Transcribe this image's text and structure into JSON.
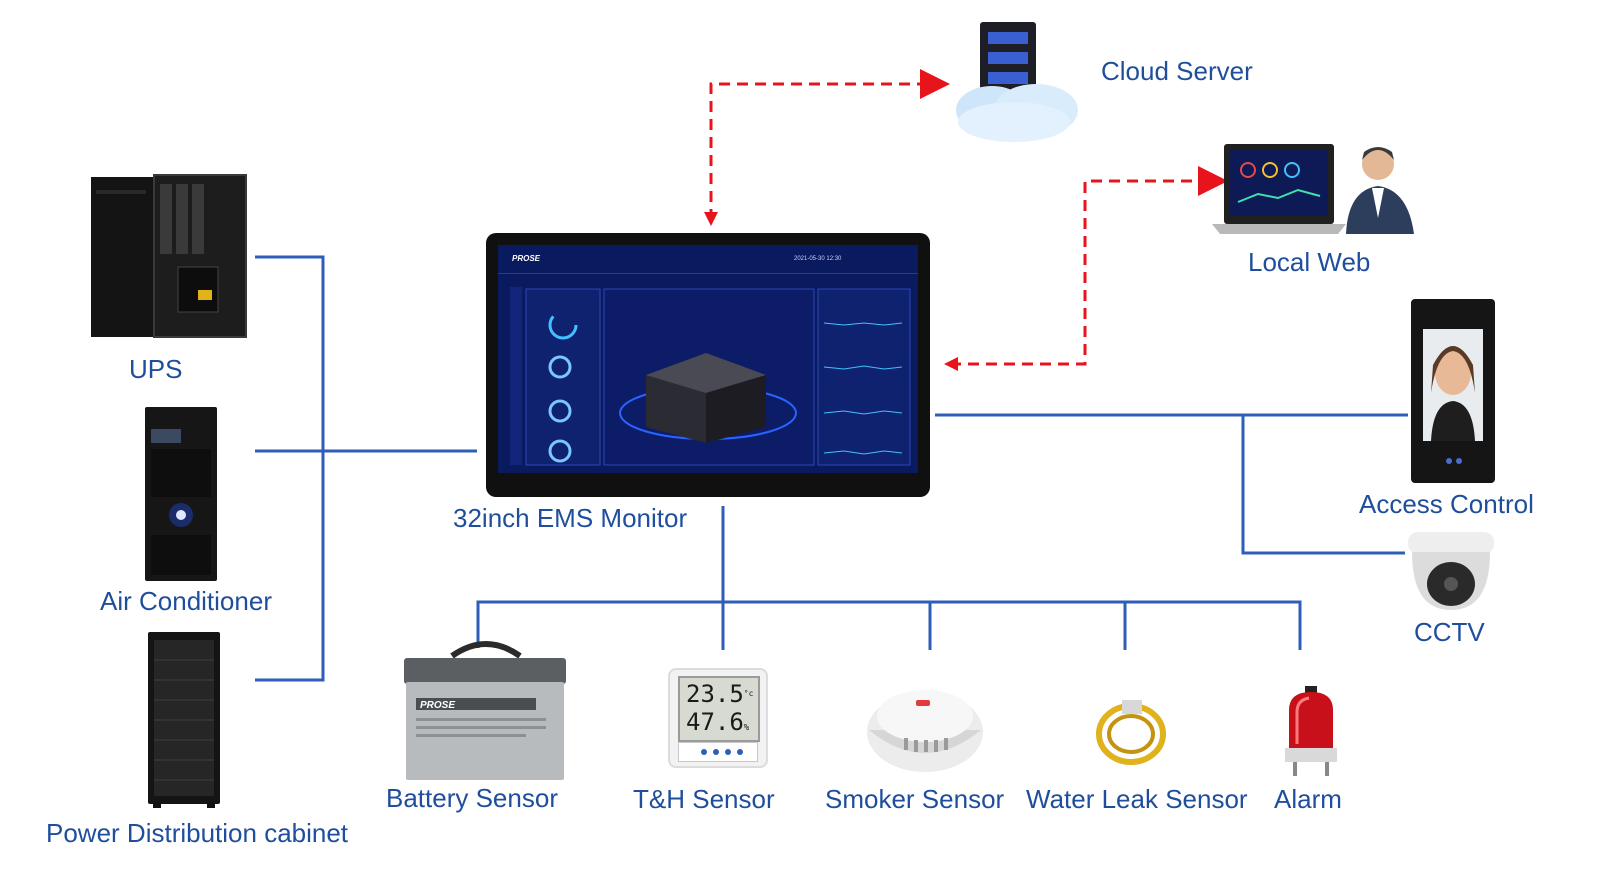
{
  "labels": {
    "ups": "UPS",
    "air_conditioner": "Air Conditioner",
    "pdc": "Power Distribution cabinet",
    "monitor": "32inch EMS Monitor",
    "cloud": "Cloud Server",
    "local_web": "Local Web",
    "access_control": "Access Control",
    "cctv": "CCTV",
    "battery": "Battery Sensor",
    "th": "T&H Sensor",
    "smoke": "Smoker Sensor",
    "water": "Water Leak Sensor",
    "alarm": "Alarm"
  },
  "screen": {
    "brand": "PROSE",
    "datetime": "2021-05-30  12:30"
  },
  "battery_brand": "PROSE",
  "th_display": {
    "temperature": "23.5",
    "temp_unit": "°c",
    "humidity": "47.6",
    "hum_unit": "%"
  },
  "colors": {
    "line_blue": "#2e5eb8",
    "arrow_red": "#e8141c",
    "label_blue": "#1f4e9c",
    "screen_bg": "#0a1a5e"
  }
}
